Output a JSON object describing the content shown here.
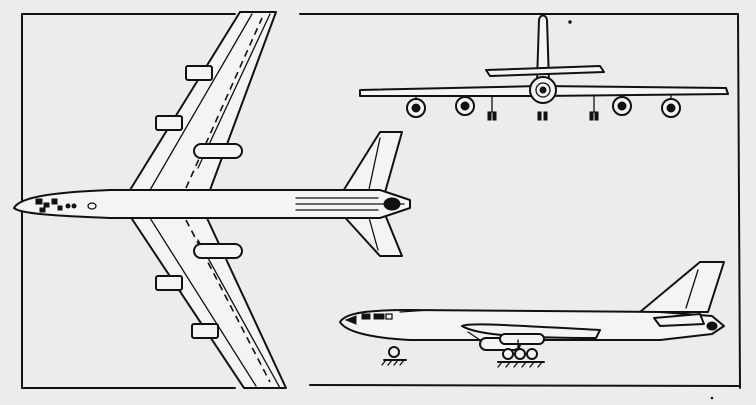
{
  "figure": {
    "paper_color": "#ececec",
    "ink_color": "#111111",
    "views": [
      "top-view",
      "front-view",
      "side-view"
    ]
  }
}
